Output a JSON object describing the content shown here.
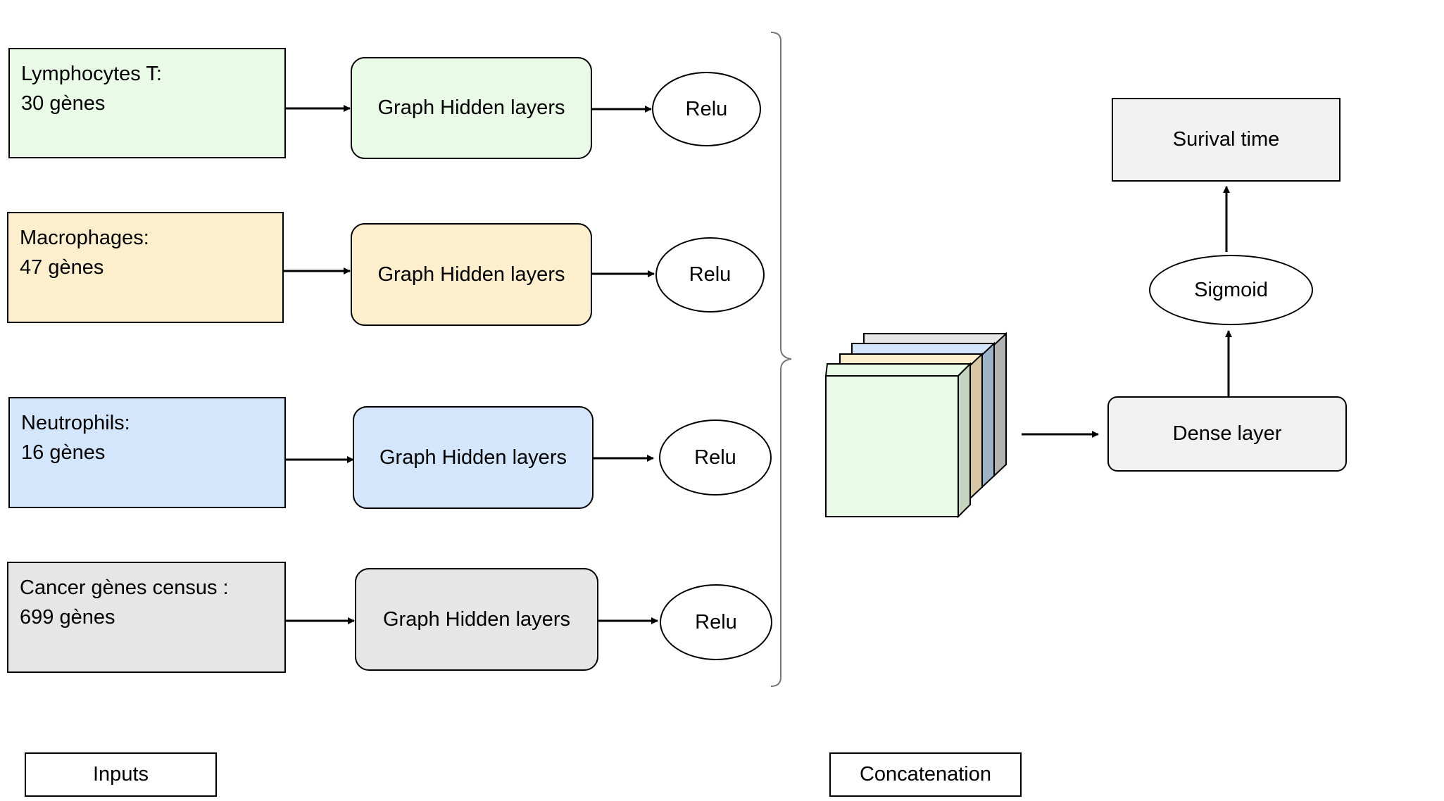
{
  "inputs": [
    {
      "title": "Lymphocytes T:",
      "genes": "30 gènes",
      "color": "#e9fbe6"
    },
    {
      "title": "Macrophages:",
      "genes": "47 gènes",
      "color": "#fdeecd"
    },
    {
      "title": "Neutrophils:",
      "genes": "16 gènes",
      "color": "#d3e6fb"
    },
    {
      "title": "Cancer gènes census :",
      "genes": "699 gènes",
      "color": "#e6e6e6"
    }
  ],
  "hidden_layer_label": "Graph Hidden layers",
  "activation_label": "Relu",
  "dense_label": "Dense layer",
  "sigmoid_label": "Sigmoid",
  "output_label": "Surival time",
  "section_labels": {
    "inputs": "Inputs",
    "concatenation": "Concatenation"
  },
  "cube_colors": [
    "#e9fbe6",
    "#fdeecd",
    "#d3e6fb",
    "#e6e6e6"
  ]
}
